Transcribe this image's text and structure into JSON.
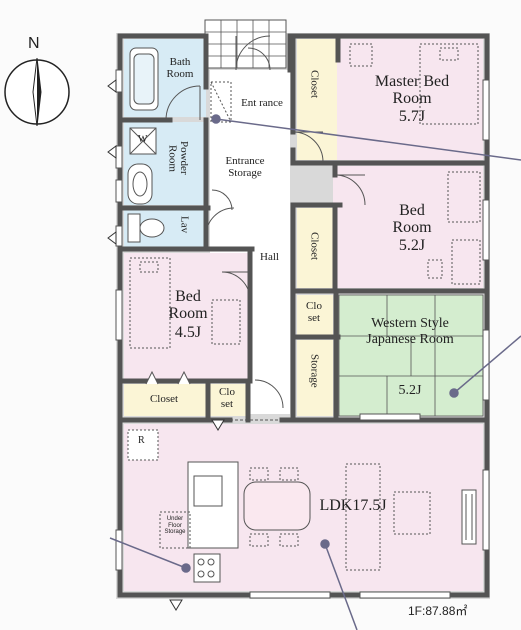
{
  "compass": {
    "north_label": "N"
  },
  "rooms": {
    "bath": "Bath Room",
    "powder": "Powder Room",
    "wc_mark": "W",
    "entrance": "Ent rance",
    "entrance_storage": "Entrance Storage",
    "master_closet": "Closet",
    "master_bedroom": {
      "name": "Master Bed Room",
      "size": "5.7J"
    },
    "lav": "Lav",
    "bedroom2": {
      "name": "Bed Room",
      "size": "5.2J"
    },
    "closet2": "Closet",
    "hall": "Hall",
    "bedroom3": {
      "name": "Bed Room",
      "size": "4.5J"
    },
    "closet_small_1": "Clo set",
    "closet_small_2": "Clo set",
    "japanese_room": {
      "name": "Western Style Japanese Room",
      "size": "5.2J"
    },
    "storage": "Storage",
    "closet3": "Closet",
    "refrigerator_mark": "R",
    "ldk": "LDK17.5J",
    "underfloor_storage": "Under Floor Storage"
  },
  "floor_area": "1F:87.88㎡",
  "colors": {
    "pink": "#f7e6ef",
    "blue": "#d7ebf5",
    "green": "#d4edcf",
    "cream": "#fbf5d6",
    "wall": "#545454",
    "callout": "#6a6a8a"
  }
}
